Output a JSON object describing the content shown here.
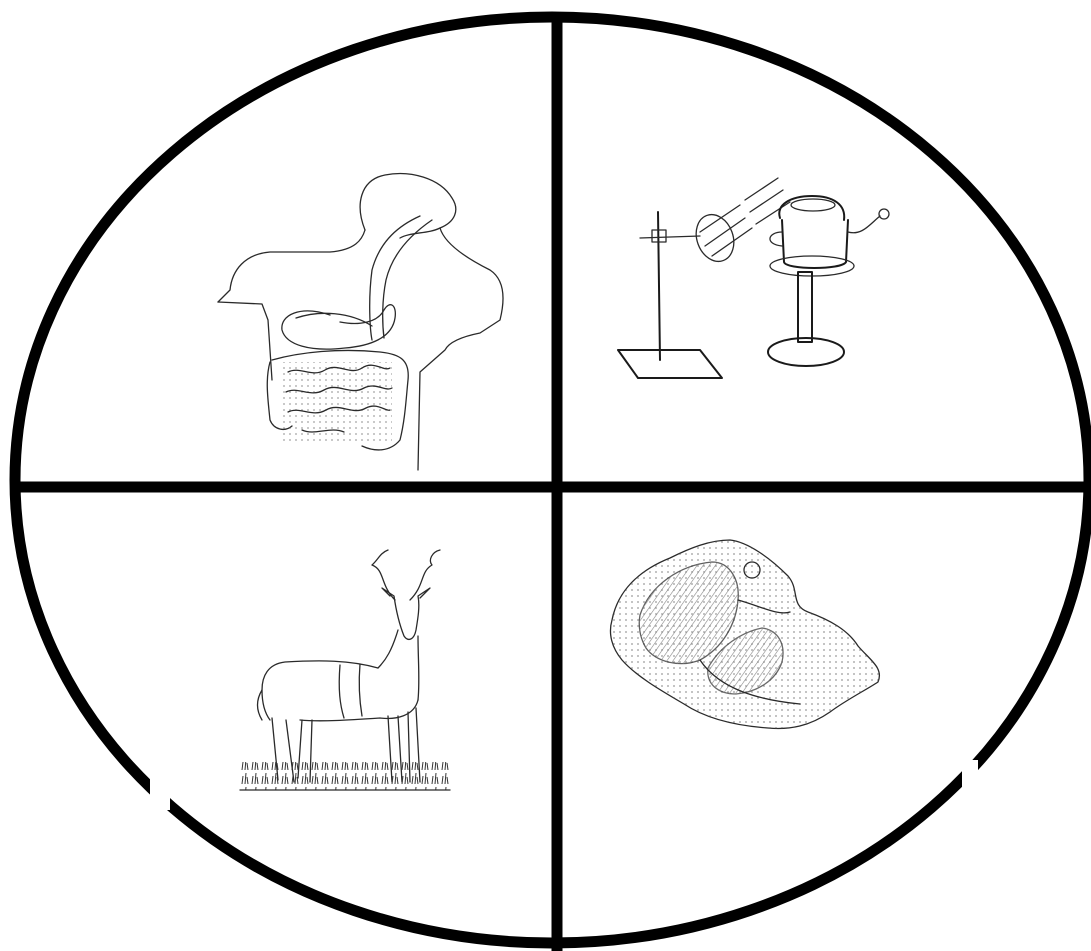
{
  "figure": {
    "quadrants": [
      {
        "position": "top-left",
        "icon": "human-digestive-system-icon"
      },
      {
        "position": "top-right",
        "icon": "lab-experiment-setup-icon"
      },
      {
        "position": "bottom-left",
        "icon": "antelope-icon"
      },
      {
        "position": "bottom-right",
        "icon": "country-map-icon"
      }
    ],
    "colors": {
      "frame": "#000000",
      "ink": "#1a1a1a",
      "map_shading": "#a8acb4",
      "background": "#ffffff"
    }
  }
}
